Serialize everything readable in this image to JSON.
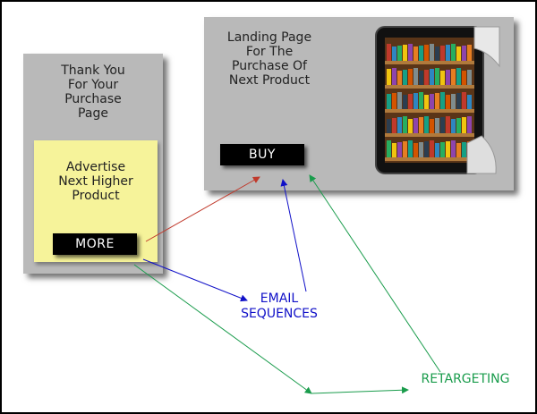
{
  "left_panel": {
    "title": "Thank You\nFor Your\nPurchase\nPage",
    "note_text": "Advertise\nNext Higher\nProduct",
    "button_label": "MORE"
  },
  "right_panel": {
    "title": "Landing Page\nFor The\nPurchase Of\nNext Product",
    "button_label": "BUY",
    "image_icon": "tablet-bookshelf-icon"
  },
  "labels": {
    "email": "EMAIL\nSEQUENCES",
    "retargeting": "RETARGETING"
  },
  "colors": {
    "panel": "#b9b9b9",
    "note": "#f6f39a",
    "direct_arrow": "#c0392b",
    "email_arrow": "#1010c8",
    "retargeting_arrow": "#1a9c4c"
  }
}
